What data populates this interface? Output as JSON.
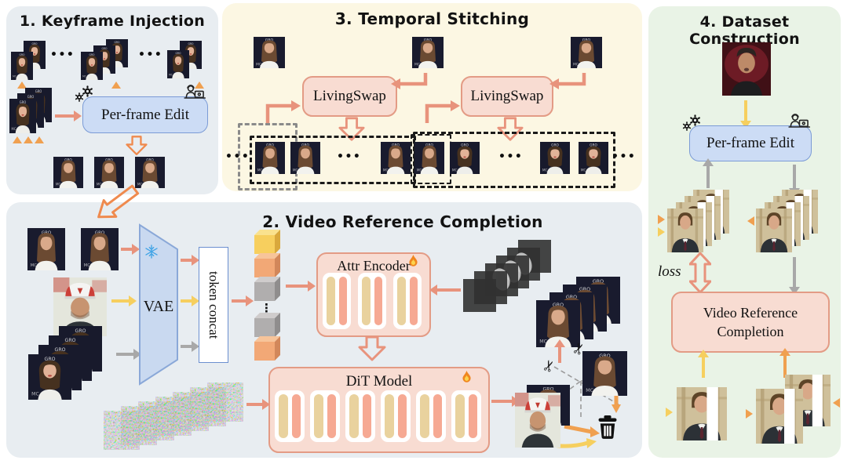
{
  "panel1": {
    "title": "1. Keyframe Injection",
    "edit_label": "Per-frame Edit"
  },
  "panel2": {
    "title": "2. Video Reference Completion",
    "vae": "VAE",
    "token_concat": "token concat",
    "attr_encoder": "Attr Encoder",
    "dit": "DiT Model"
  },
  "panel3": {
    "title": "3. Temporal Stitching",
    "livingswap": "LivingSwap"
  },
  "panel4": {
    "title": "4. Dataset Construction",
    "edit_label": "Per-frame Edit",
    "loss": "loss",
    "vrc": "Video Reference Completion"
  },
  "glyphs": {
    "ellipsis": "•••",
    "vdots": "⋮",
    "scissors": "✂",
    "press_top": "GRO",
    "press_bottom": "MC"
  },
  "colors": {
    "salmon_arrow": "#e8937c",
    "orange_arrow": "#f0a050",
    "yellow_arrow": "#f6cf5f",
    "gray_arrow": "#a8a8a8",
    "blue_box_fill": "#ccdcf5",
    "blue_box_border": "#7b9bd6",
    "pink_box_fill": "#f8dcd2",
    "pink_box_border": "#e39b85",
    "panel_gray": "#e8edf1",
    "panel_cream": "#fcf7e3",
    "panel_green": "#e9f3e6",
    "bar_tan": "#e9d29e",
    "bar_salmon": "#f6a993"
  }
}
